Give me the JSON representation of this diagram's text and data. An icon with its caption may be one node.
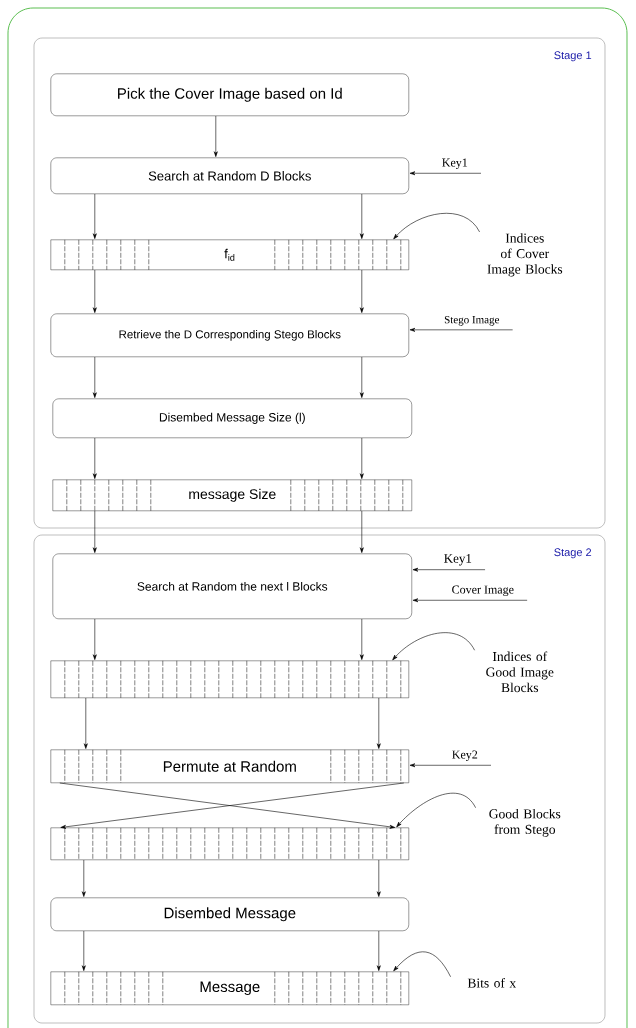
{
  "diagram": {
    "nodes": [
      {
        "text": [
          "Stage 1"
        ]
      },
      {
        "text": [
          "Pick the Cover Image based on Id"
        ],
        "in": 0
      },
      {
        "text": [
          "Search at Random D Blocks"
        ],
        "in": 0
      },
      {
        "text": [
          "f$_{id}$"
        ],
        "in": 0
      },
      {
        "text": [
          "Retrieve the D Corresponding Stego Blocks"
        ],
        "in": 0
      },
      {
        "text": [
          "Disembed Message Size (l)"
        ],
        "in": 0
      },
      {
        "text": [
          "message Size"
        ],
        "in": 0
      },
      {
        "text": [
          "Stage 2"
        ]
      },
      {
        "text": [
          "Search at Random the next l Blocks"
        ],
        "in": 7
      },
      {
        "text": [],
        "shape": "bar",
        "in": 7
      },
      {
        "text": [
          "Permute at Random"
        ],
        "in": 7
      },
      {
        "text": [],
        "shape": "bar",
        "in": 7
      },
      {
        "text": [
          "Disembed Message"
        ],
        "in": 7
      },
      {
        "text": [
          "Message"
        ],
        "in": 7
      },
      {
        "text": [
          "Key1"
        ],
        "in": 0
      },
      {
        "text": [
          "Stego Image"
        ],
        "in": 0
      },
      {
        "text": [
          "Key1"
        ],
        "in": 7
      },
      {
        "text": [
          "Cover Image"
        ],
        "in": 7
      },
      {
        "text": [
          "Key2"
        ],
        "in": 7
      },
      {
        "text": [
          "Indices of Cover Image Blocks"
        ],
        "in": 0
      },
      {
        "text": [
          "Indices of Good Image Blocks"
        ],
        "in": 7
      },
      {
        "text": [
          "Good Blocks from Stego"
        ],
        "in": 7
      },
      {
        "text": [
          "Bits of x"
        ],
        "in": 7
      }
    ],
    "edges": [
      {
        "from": 1,
        "to": 2,
        "arrow": "to"
      },
      {
        "from": 2,
        "to": 3,
        "arrow": "to"
      },
      {
        "from": 2,
        "to": 3,
        "arrow": "to"
      },
      {
        "from": 3,
        "to": 4,
        "arrow": "to"
      },
      {
        "from": 3,
        "to": 4,
        "arrow": "to"
      },
      {
        "from": 4,
        "to": 5,
        "arrow": "to"
      },
      {
        "from": 4,
        "to": 5,
        "arrow": "to"
      },
      {
        "from": 5,
        "to": 6,
        "arrow": "to"
      },
      {
        "from": 5,
        "to": 6,
        "arrow": "to"
      },
      {
        "from": 6,
        "to": 8,
        "arrow": "to"
      },
      {
        "from": 6,
        "to": 8,
        "arrow": "to"
      },
      {
        "from": 8,
        "to": 9,
        "arrow": "to"
      },
      {
        "from": 8,
        "to": 9,
        "arrow": "to"
      },
      {
        "from": 9,
        "to": 10,
        "arrow": "to"
      },
      {
        "from": 9,
        "to": 10,
        "arrow": "to"
      },
      {
        "from": 10,
        "to": 11,
        "arrow": "to"
      },
      {
        "from": 10,
        "to": 11,
        "arrow": "to"
      },
      {
        "from": 11,
        "to": 12,
        "arrow": "to"
      },
      {
        "from": 11,
        "to": 12,
        "arrow": "to"
      },
      {
        "from": 12,
        "to": 13,
        "arrow": "to"
      },
      {
        "from": 12,
        "to": 13,
        "arrow": "to"
      },
      {
        "from": 14,
        "to": 2,
        "arrow": "to"
      },
      {
        "from": 15,
        "to": 4,
        "arrow": "to"
      },
      {
        "from": 16,
        "to": 8,
        "arrow": "to"
      },
      {
        "from": 17,
        "to": 8,
        "arrow": "to"
      },
      {
        "from": 18,
        "to": 10,
        "arrow": "to"
      },
      {
        "from": 19,
        "to": 3,
        "arrow": "to"
      },
      {
        "from": 20,
        "to": 9,
        "arrow": "to"
      },
      {
        "from": 21,
        "to": 11,
        "arrow": "to"
      },
      {
        "from": 22,
        "to": 13,
        "arrow": "to"
      }
    ]
  }
}
